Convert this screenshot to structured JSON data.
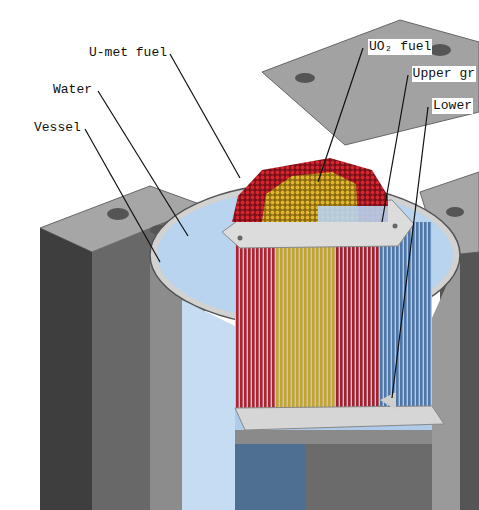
{
  "diagram": {
    "labels": [
      "U-met fuel",
      "Water",
      "Vessel",
      "UO₂ fuel",
      "Upper gr",
      "Lower"
    ]
  }
}
